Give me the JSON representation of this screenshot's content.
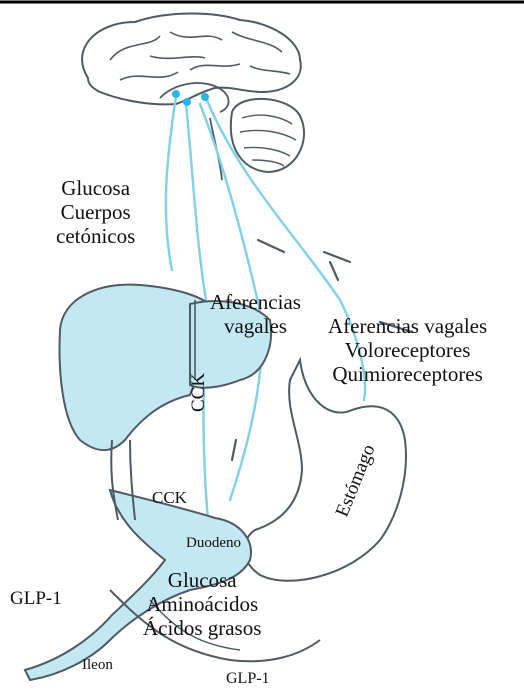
{
  "colors": {
    "organ_fill": "#c4e8f2",
    "organ_stroke": "#4f5a62",
    "nerve": "#7fd0e8",
    "nucleus": "#27b6e3",
    "frame": "#000000"
  },
  "icons": [
    "brain-illustration",
    "cerebellum-illustration",
    "liver-illustration",
    "stomach-illustration",
    "duodenum-illustration",
    "intestine-illustration",
    "vagal-nerve-pathways"
  ],
  "labels": {
    "glucosa_cuerpos": [
      "Glucosa",
      "Cuerpos",
      "cetónicos"
    ],
    "aferencias_vagales_left": [
      "Aferencias",
      "vagales"
    ],
    "aferencias_vagales_right": [
      "Aferencias vagales",
      "Voloreceptores",
      "Quimioreceptores"
    ],
    "cck_vertical": "CCK",
    "estomago": "Estómago",
    "cck_lower": "CCK",
    "duodeno": "Duodeno",
    "glp1_left": "GLP-1",
    "nutrients": [
      "Glucosa",
      "Aminoácidos",
      "Ácidos grasos"
    ],
    "ileon": "Ileon",
    "glp1_bottom": "GLP-1"
  }
}
